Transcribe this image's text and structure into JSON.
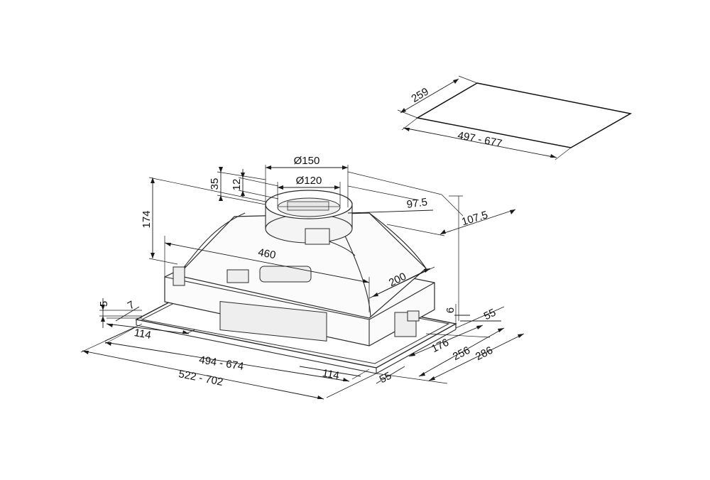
{
  "diagram": {
    "labels": {
      "cutout_depth": "259",
      "cutout_width": "497  -  677",
      "outlet_outer_diameter": "Ø150",
      "outlet_inner_diameter": "Ø120",
      "outlet_collar_height": "35",
      "outlet_inner_height": "12",
      "outlet_offset_back": "97.5",
      "outlet_offset_side": "107.5",
      "total_height": "174",
      "body_width": "460",
      "body_depth": "200",
      "frame_thickness": "5",
      "frame_lip": "7",
      "lip_height": "6",
      "side_margin_left": "114",
      "side_margin_right": "114",
      "inner_width": "494  -  674",
      "outer_width": "522  -  702",
      "front_margin": "55",
      "back_margin": "55",
      "depth_176": "176",
      "depth_256": "256",
      "depth_286": "286"
    }
  }
}
